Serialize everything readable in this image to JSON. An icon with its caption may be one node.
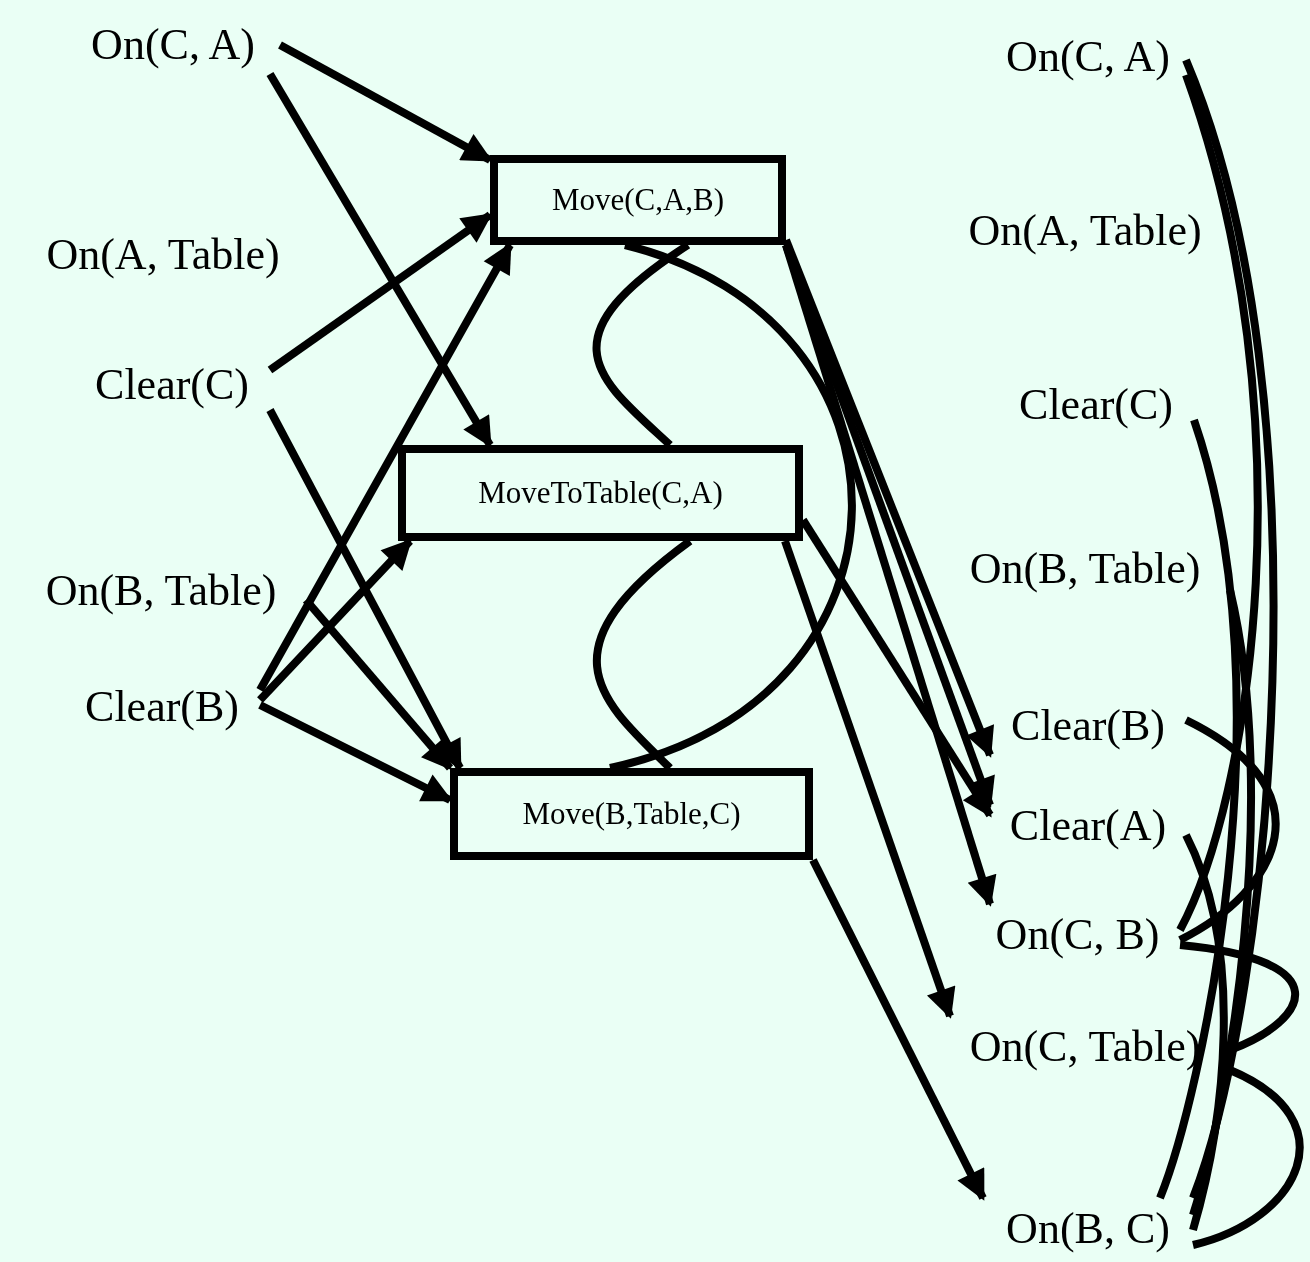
{
  "diagram": {
    "nodes": [
      {
        "text": [
          "On(C, A)"
        ]
      },
      {
        "text": [
          "On(A, Table)"
        ]
      },
      {
        "text": [
          "Clear(C)"
        ]
      },
      {
        "text": [
          "On(B, Table)"
        ]
      },
      {
        "text": [
          "Clear(B)"
        ]
      },
      {
        "text": [
          "Move(C,A,B)"
        ]
      },
      {
        "text": [
          "MoveToTable(C,A)"
        ]
      },
      {
        "text": [
          "Move(B,Table,C)"
        ]
      },
      {
        "text": [
          "On(C, A)"
        ]
      },
      {
        "text": [
          "On(A, Table)"
        ]
      },
      {
        "text": [
          "Clear(C)"
        ]
      },
      {
        "text": [
          "On(B, Table)"
        ]
      },
      {
        "text": [
          "Clear(B)"
        ]
      },
      {
        "text": [
          "Clear(A)"
        ]
      },
      {
        "text": [
          "On(C, B)"
        ]
      },
      {
        "text": [
          "On(C, Table)"
        ]
      },
      {
        "text": [
          "On(B, C)"
        ]
      }
    ],
    "edges": [
      {
        "from": 0,
        "to": 5,
        "arrow": "to"
      },
      {
        "from": 0,
        "to": 6,
        "arrow": "to"
      },
      {
        "from": 2,
        "to": 5,
        "arrow": "to"
      },
      {
        "from": 2,
        "to": 7,
        "arrow": "to"
      },
      {
        "from": 4,
        "to": 5,
        "arrow": "to"
      },
      {
        "from": 4,
        "to": 6,
        "arrow": "to"
      },
      {
        "from": 4,
        "to": 7,
        "arrow": "to"
      },
      {
        "from": 3,
        "to": 7,
        "arrow": "to"
      },
      {
        "from": 5,
        "to": 12,
        "arrow": "to"
      },
      {
        "from": 5,
        "to": 13,
        "arrow": "to"
      },
      {
        "from": 5,
        "to": 14,
        "arrow": "to"
      },
      {
        "from": 6,
        "to": 13,
        "arrow": "to"
      },
      {
        "from": 6,
        "to": 15,
        "arrow": "to"
      },
      {
        "from": 7,
        "to": 16,
        "arrow": "to"
      },
      {
        "from": 5,
        "to": 7,
        "arrow": "none"
      },
      {
        "from": 5,
        "to": 6,
        "arrow": "none"
      },
      {
        "from": 6,
        "to": 7,
        "arrow": "none"
      },
      {
        "from": 8,
        "to": 16,
        "arrow": "none"
      },
      {
        "from": 8,
        "to": 14,
        "arrow": "none"
      },
      {
        "from": 10,
        "to": 16,
        "arrow": "none"
      },
      {
        "from": 11,
        "to": 16,
        "arrow": "none"
      },
      {
        "from": 12,
        "to": 14,
        "arrow": "none"
      },
      {
        "from": 13,
        "to": 16,
        "arrow": "none"
      },
      {
        "from": 14,
        "to": 15,
        "arrow": "none"
      },
      {
        "from": 15,
        "to": 16,
        "arrow": "none"
      }
    ]
  }
}
